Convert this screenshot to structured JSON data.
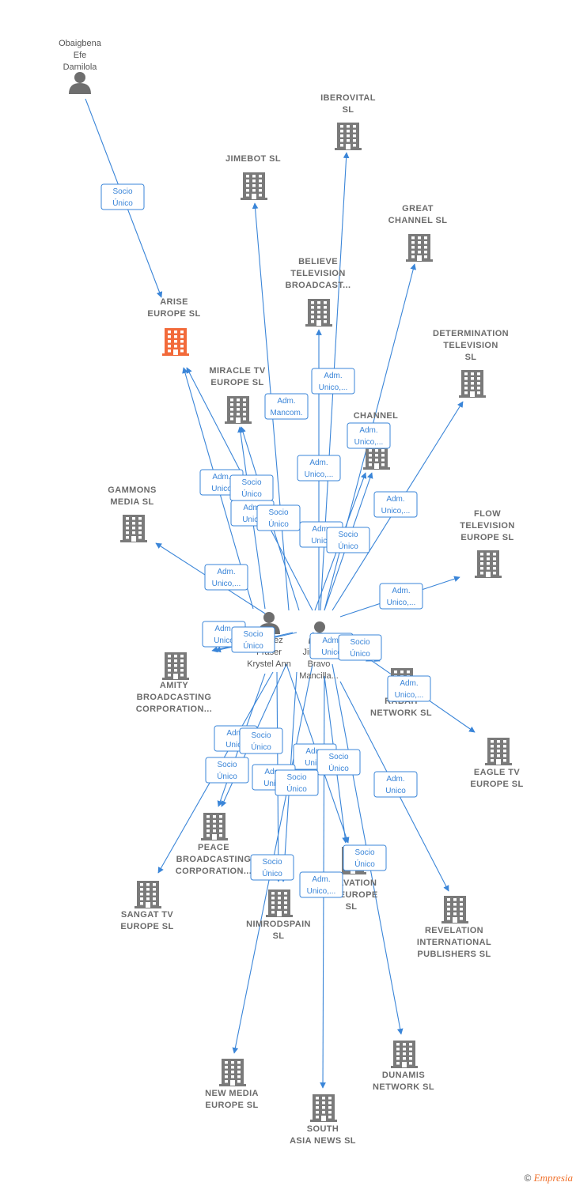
{
  "nodes": [
    {
      "id": "obaig",
      "type": "person",
      "lines": [
        "Obaigbena",
        "Efe",
        "Damilola"
      ]
    },
    {
      "id": "arise",
      "type": "company",
      "highlight": true,
      "lines": [
        "ARISE",
        "EUROPE  SL"
      ]
    },
    {
      "id": "iberovital",
      "type": "company",
      "lines": [
        "IBEROVITAL",
        "SL"
      ]
    },
    {
      "id": "jimebot",
      "type": "company",
      "lines": [
        "JIMEBOT  SL"
      ]
    },
    {
      "id": "great",
      "type": "company",
      "lines": [
        "GREAT",
        "CHANNEL  SL"
      ]
    },
    {
      "id": "believe",
      "type": "company",
      "lines": [
        "BELIEVE",
        "TELEVISION",
        "BROADCAST..."
      ]
    },
    {
      "id": "determination",
      "type": "company",
      "lines": [
        "DETERMINATION",
        "TELEVISION",
        "SL"
      ]
    },
    {
      "id": "miracle",
      "type": "company",
      "lines": [
        "MIRACLE TV",
        "EUROPE  SL"
      ]
    },
    {
      "id": "channel",
      "type": "company",
      "lines": [
        "CHANNEL",
        "SL"
      ]
    },
    {
      "id": "gammons",
      "type": "company",
      "lines": [
        "GAMMONS",
        "MEDIA  SL"
      ]
    },
    {
      "id": "flow",
      "type": "company",
      "lines": [
        "FLOW",
        "TELEVISION",
        "EUROPE  SL"
      ]
    },
    {
      "id": "gomez",
      "type": "person",
      "lines": [
        "Gomez",
        "Fraser",
        "Krystel Ann"
      ]
    },
    {
      "id": "jimenez",
      "type": "person",
      "lines": [
        "Jimenez",
        "Bravo",
        "Mancilla..."
      ]
    },
    {
      "id": "amity",
      "type": "company",
      "lines": [
        "AMITY",
        "BROADCASTING",
        "CORPORATION..."
      ]
    },
    {
      "id": "rabah",
      "type": "company",
      "lines": [
        "RABAH",
        "NETWORK  SL"
      ]
    },
    {
      "id": "eagle",
      "type": "company",
      "lines": [
        "EAGLE TV",
        "EUROPE  SL"
      ]
    },
    {
      "id": "peace",
      "type": "company",
      "lines": [
        "PEACE",
        "BROADCASTING",
        "CORPORATION..."
      ]
    },
    {
      "id": "sangat",
      "type": "company",
      "lines": [
        "SANGAT TV",
        "EUROPE  SL"
      ]
    },
    {
      "id": "nimrod",
      "type": "company",
      "lines": [
        "NIMRODSPAIN",
        "SL"
      ]
    },
    {
      "id": "salvation",
      "type": "company",
      "lines": [
        "SALVATION",
        "TV EUROPE",
        "SL"
      ]
    },
    {
      "id": "revelation",
      "type": "company",
      "lines": [
        "REVELATION",
        "INTERNATIONAL",
        "PUBLISHERS SL"
      ]
    },
    {
      "id": "newmedia",
      "type": "company",
      "lines": [
        "NEW MEDIA",
        "EUROPE  SL"
      ]
    },
    {
      "id": "southasia",
      "type": "company",
      "lines": [
        "SOUTH",
        "ASIA NEWS  SL"
      ]
    },
    {
      "id": "dunamis",
      "type": "company",
      "lines": [
        "DUNAMIS",
        "NETWORK  SL"
      ]
    }
  ],
  "edges": [
    {
      "from": "obaig",
      "to": "arise",
      "labels": [
        "Socio",
        "Único"
      ]
    },
    {
      "from": "jimenez",
      "to": "iberovital",
      "labels": [
        "Adm.",
        "Unico,..."
      ]
    },
    {
      "from": "gomez",
      "to": "jimebot",
      "labels": [
        "Adm.",
        "Mancom."
      ]
    },
    {
      "from": "jimenez",
      "to": "great",
      "labels": [
        "Adm.",
        "Unico,..."
      ]
    },
    {
      "from": "jimenez",
      "to": "believe",
      "labels": [
        "Adm.",
        "Unico,..."
      ]
    },
    {
      "from": "jimenez",
      "to": "determination",
      "labels": [
        "Adm.",
        "Unico,..."
      ]
    },
    {
      "from": "gomez",
      "to": "arise",
      "labels": [
        "Adm.",
        "Unico"
      ]
    },
    {
      "from": "gomez",
      "to": "miracle",
      "labels": [
        "Socio",
        "Único"
      ]
    },
    {
      "from": "jimenez",
      "to": "miracle",
      "labels": [
        "Adm.",
        "Unico"
      ]
    },
    {
      "from": "jimenez",
      "to": "arise",
      "labels": [
        "Socio",
        "Único"
      ]
    },
    {
      "from": "jimenez",
      "to": "channel",
      "labels": [
        "Adm.",
        "Unico"
      ]
    },
    {
      "from": "jimenez",
      "to": "channel",
      "labels": [
        "Socio",
        "Único"
      ]
    },
    {
      "from": "jimenez",
      "to": "gammons",
      "labels": [
        "Adm.",
        "Unico,..."
      ]
    },
    {
      "from": "jimenez",
      "to": "flow",
      "labels": [
        "Adm.",
        "Unico,..."
      ]
    },
    {
      "from": "gomez",
      "to": "amity",
      "labels": [
        "Adm.",
        "Unico"
      ]
    },
    {
      "from": "jimenez",
      "to": "amity",
      "labels": [
        "Socio",
        "Único"
      ]
    },
    {
      "from": "jimenez",
      "to": "rabah",
      "labels": [
        "Adm.",
        "Unico"
      ]
    },
    {
      "from": "jimenez",
      "to": "rabah",
      "labels": [
        "Socio",
        "Único"
      ]
    },
    {
      "from": "jimenez",
      "to": "eagle",
      "labels": [
        "Adm.",
        "Unico,..."
      ]
    },
    {
      "from": "gomez",
      "to": "peace",
      "labels": [
        "Adm.",
        "Unico"
      ]
    },
    {
      "from": "jimenez",
      "to": "peace",
      "labels": [
        "Socio",
        "Único"
      ]
    },
    {
      "from": "jimenez",
      "to": "sangat",
      "labels": [
        "Socio",
        "Único"
      ]
    },
    {
      "from": "gomez",
      "to": "salvation",
      "labels": [
        "Adm.",
        "Unico"
      ]
    },
    {
      "from": "jimenez",
      "to": "salvation",
      "labels": [
        "Socio",
        "Único"
      ]
    },
    {
      "from": "jimenez",
      "to": "nimrod",
      "labels": [
        "Adm.",
        "Unico"
      ]
    },
    {
      "from": "jimenez",
      "to": "nimrod",
      "labels": [
        "Socio",
        "Único"
      ]
    },
    {
      "from": "jimenez",
      "to": "revelation",
      "labels": [
        "Adm.",
        "Unico"
      ]
    },
    {
      "from": "jimenez",
      "to": "newmedia",
      "labels": [
        "Socio",
        "Único"
      ]
    },
    {
      "from": "jimenez",
      "to": "southasia",
      "labels": [
        "Adm.",
        "Unico,..."
      ]
    },
    {
      "from": "jimenez",
      "to": "dunamis",
      "labels": [
        "Socio",
        "Único"
      ]
    }
  ],
  "colors": {
    "edge": "#3a85d8",
    "company": "#7a7a7a",
    "highlight": "#f26a3a",
    "person": "#6e6e6e"
  },
  "footer": {
    "copyright": "©",
    "brand": "Empresia"
  }
}
